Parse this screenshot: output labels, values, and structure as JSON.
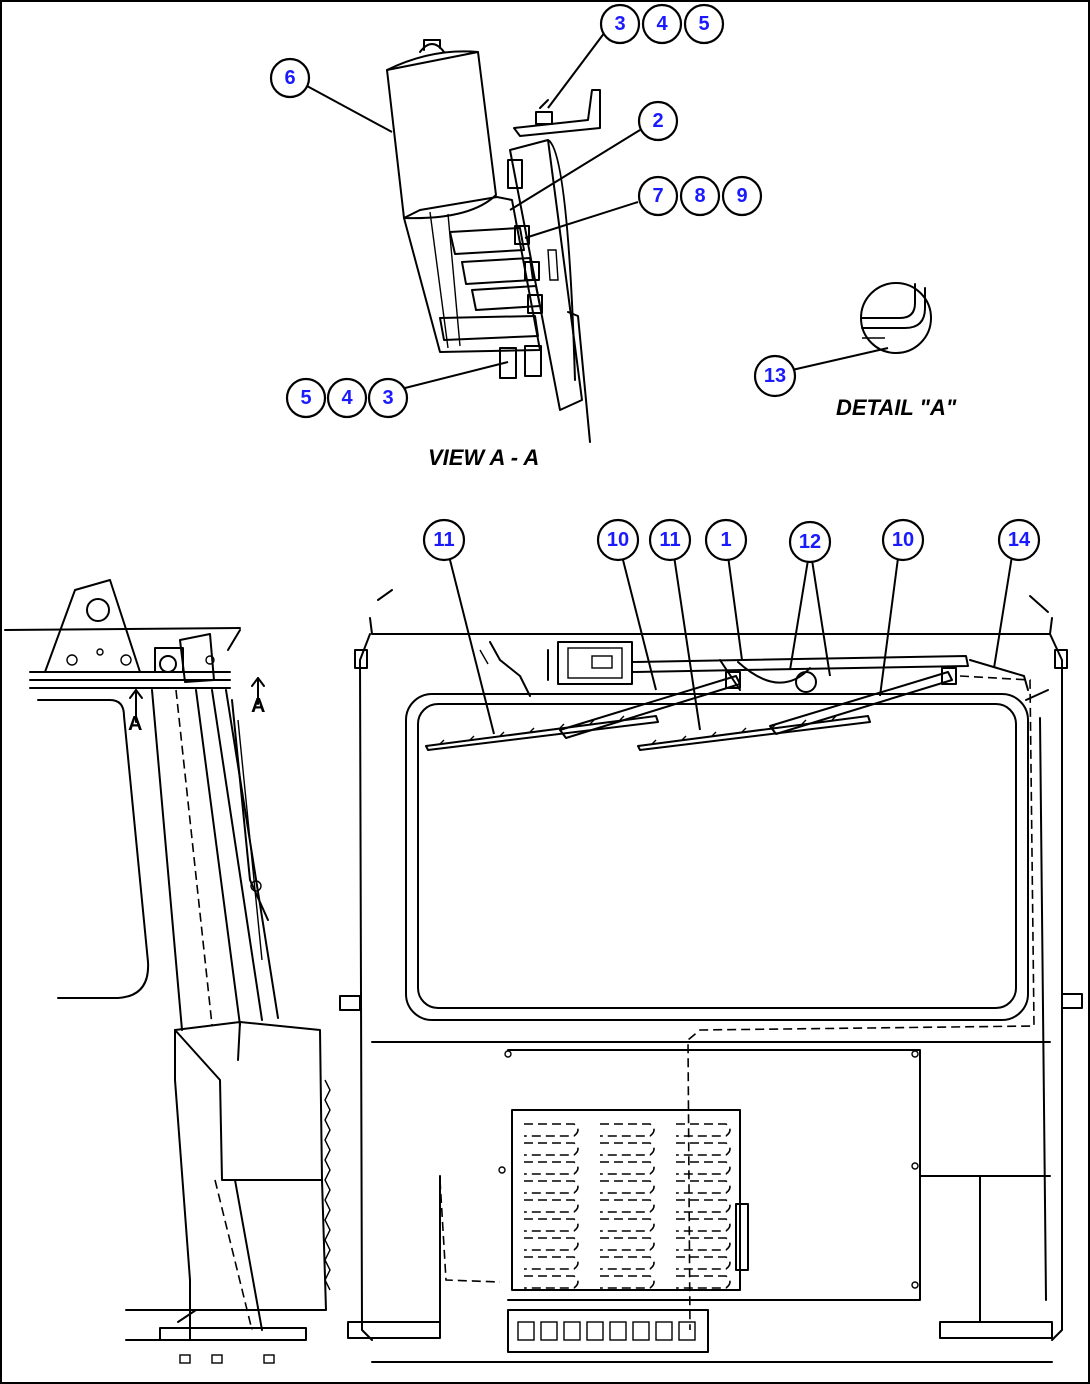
{
  "captions": {
    "view": "VIEW A - A",
    "detail": "DETAIL \"A\"",
    "section_left": "A",
    "section_right": "A"
  },
  "balloons": {
    "b6": "6",
    "b3t": "3",
    "b4t": "4",
    "b5t": "5",
    "b2": "2",
    "b7": "7",
    "b8": "8",
    "b9": "9",
    "b5b": "5",
    "b4b": "4",
    "b3b": "3",
    "b13": "13",
    "b11a": "11",
    "b10a": "10",
    "b11b": "11",
    "b1": "1",
    "b12": "12",
    "b10b": "10",
    "b14": "14"
  }
}
